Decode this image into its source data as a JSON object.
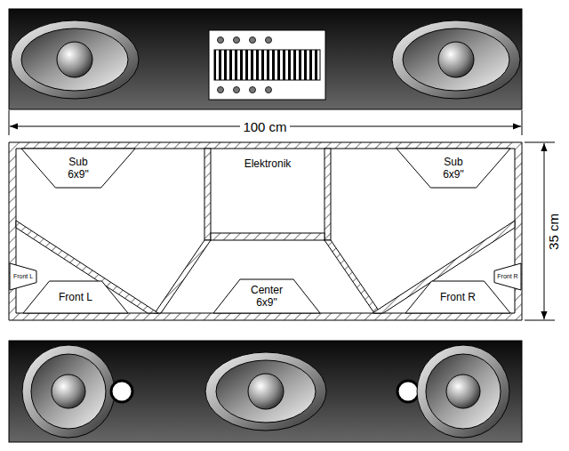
{
  "diagram": {
    "nodes": [
      {
        "text": [
          "Sub 6x9\""
        ]
      },
      {
        "text": [
          "Elektronik"
        ]
      },
      {
        "text": [
          "Sub 6x9\""
        ]
      },
      {
        "text": [
          "Front L"
        ]
      },
      {
        "text": [
          "Front R"
        ]
      },
      {
        "text": [
          "Front L"
        ]
      },
      {
        "text": [
          "Center 6x9\""
        ]
      },
      {
        "text": [
          "Front R"
        ]
      }
    ],
    "labels": [
      "100 cm",
      "35 cm"
    ]
  }
}
